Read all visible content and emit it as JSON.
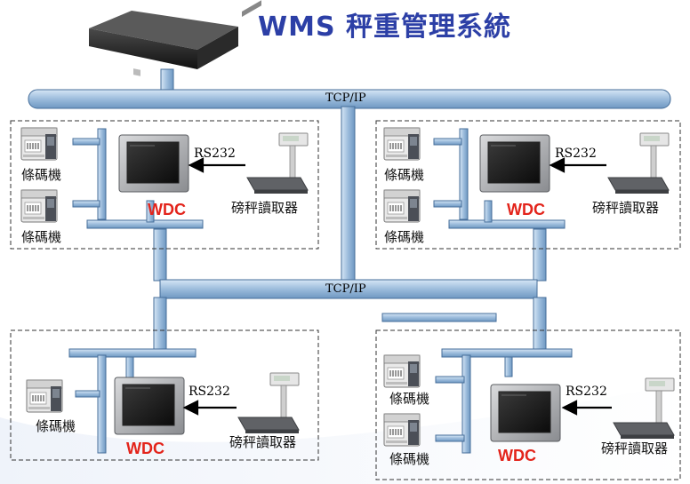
{
  "title": "WMS 秤重管理系統",
  "network_label": "TCP/IP",
  "printer_label": "條碼機",
  "controller_label": "WDC",
  "link_label": "RS232",
  "scale_label": "磅秤讀取器",
  "colors": {
    "pipe_fill": "#9cbcdc",
    "pipe_stroke": "#466e9a",
    "title": "#2c3fa6",
    "controller_label": "#e3241b",
    "group_border": "#333333"
  },
  "icons": [
    "server-icon",
    "barcode-printer-icon",
    "touch-panel-icon",
    "platform-scale-icon",
    "arrow-left-icon"
  ]
}
